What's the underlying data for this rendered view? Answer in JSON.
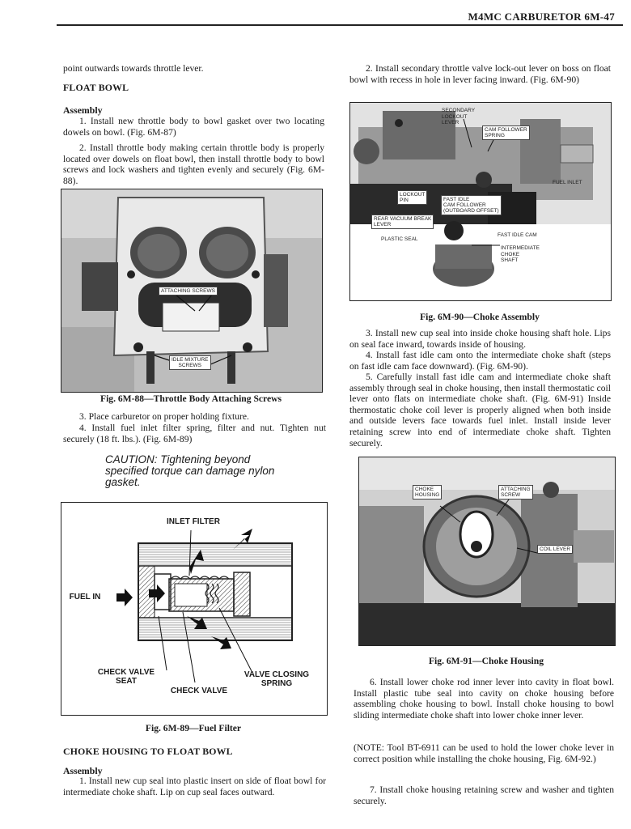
{
  "header": {
    "title": "M4MC CARBURETOR  6M-47"
  },
  "left": {
    "intro": "point outwards towards throttle lever.",
    "float_bowl_heading": "FLOAT BOWL",
    "assembly_heading": "Assembly",
    "step1": "1. Install new throttle body to bowl gasket over two locating dowels on bowl. (Fig. 6M-87)",
    "step2": "2. Install throttle body making certain throttle body is properly located over dowels on float bowl, then install throttle body to bowl screws and lock washers and tighten evenly and securely (Fig. 6M-88).",
    "fig88": {
      "label_attaching": "ATTACHING SCREWS",
      "label_idle_1": "IDLE MIXTURE",
      "label_idle_2": "SCREWS",
      "caption": "Fig. 6M-88—Throttle Body Attaching Screws"
    },
    "step3": "3. Place carburetor on proper holding fixture.",
    "step4": "4. Install fuel inlet filter spring, filter and nut. Tighten nut securely (18 ft. lbs.). (Fig. 6M-89)",
    "caution": "CAUTION: Tightening beyond specified torque can damage nylon gasket.",
    "fig89": {
      "inlet_filter": "INLET FILTER",
      "fuel_in": "FUEL IN",
      "check_valve_seat_1": "CHECK VALVE",
      "check_valve_seat_2": "SEAT",
      "check_valve": "CHECK VALVE",
      "valve_closing_1": "VALVE CLOSING",
      "valve_closing_2": "SPRING",
      "caption": "Fig. 6M-89—Fuel Filter"
    },
    "choke_heading": "CHOKE HOUSING TO FLOAT BOWL",
    "assembly2_heading": "Assembly",
    "choke_step1": "1. Install new cup seal into plastic insert on side of float bowl for intermediate choke shaft. Lip on cup seal faces outward."
  },
  "right": {
    "step2": "2. Install secondary throttle valve lock-out lever on boss on float bowl with recess in hole in lever facing inward. (Fig. 6M-90)",
    "fig90": {
      "secondary_1": "SECONDARY",
      "secondary_2": "LOCKOUT",
      "secondary_3": "LEVER",
      "cam_1": "CAM FOLLOWER",
      "cam_2": "SPRING",
      "fuel_inlet": "FUEL INLET",
      "lockout_1": "LOCKOUT",
      "lockout_2": "PIN",
      "fastidle_1": "FAST IDLE",
      "fastidle_2": "CAM FOLLOWER",
      "fastidle_3": "(OUTBOARD OFFSET)",
      "rear_1": "REAR VACUUM BREAK",
      "rear_2": "LEVER",
      "fast_idle_cam": "FAST IDLE CAM",
      "plastic_seal": "PLASTIC SEAL",
      "inter_1": "INTERMEDIATE",
      "inter_2": "CHOKE",
      "inter_3": "SHAFT",
      "caption": "Fig. 6M-90—Choke Assembly"
    },
    "step3": "3. Install new cup seal into inside choke housing shaft hole. Lips on seal face inward, towards inside of housing.",
    "step4": "4. Install fast idle cam onto the intermediate choke shaft (steps on fast idle cam face downward). (Fig. 6M-90).",
    "step5": "5. Carefully install fast idle cam and intermediate choke shaft assembly through seal in choke housing, then install thermostatic coil lever onto flats on intermediate choke shaft. (Fig. 6M-91) Inside thermostatic choke coil lever is properly aligned when both inside and outside levers face towards fuel inlet. Install inside lever retaining screw into end of intermediate choke shaft. Tighten securely.",
    "fig91": {
      "choke_1": "CHOKE",
      "choke_2": "HOUSING",
      "attach_1": "ATTACHING",
      "attach_2": "SCREW",
      "coil_lever": "COIL LEVER",
      "caption": "Fig. 6M-91—Choke Housing"
    },
    "step6": "6. Install lower choke rod inner lever into cavity in float bowl. Install plastic tube seal into cavity on choke housing before assembling choke housing to bowl. Install choke housing to bowl sliding intermediate choke shaft into lower choke inner lever.",
    "note": "(NOTE: Tool BT-6911 can be used to hold the lower choke lever in correct position while installing the choke housing, Fig. 6M-92.)",
    "step7": "7. Install choke housing retaining screw and washer and tighten securely."
  }
}
